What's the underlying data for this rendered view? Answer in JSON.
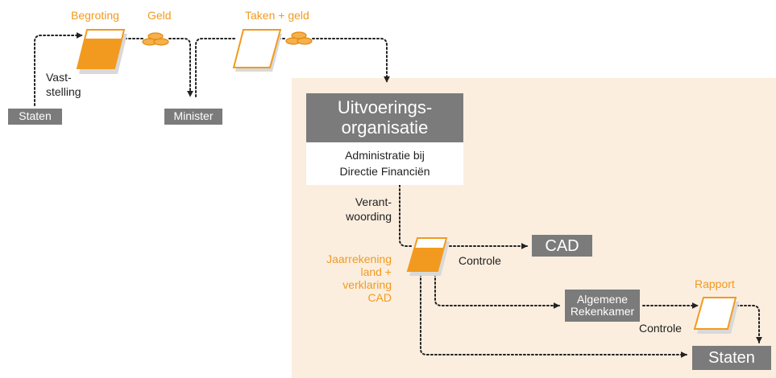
{
  "colors": {
    "accent_orange": "#f29a1f",
    "box_gray": "#7b7b7b",
    "panel_beige": "#fbeedf",
    "arrow_dark": "#222222"
  },
  "top": {
    "begroting": "Begroting",
    "geld": "Geld",
    "taken_geld": "Taken + geld",
    "vaststelling_line1": "Vast-",
    "vaststelling_line2": "stelling",
    "staten": "Staten",
    "minister": "Minister"
  },
  "org": {
    "title_line1": "Uitvoerings-",
    "title_line2": "organisatie",
    "admin_line1": "Administratie bij",
    "admin_line2": "Directie Financiën"
  },
  "flow": {
    "verantwoording_line1": "Verant-",
    "verantwoording_line2": "woording",
    "jaarrekening_line1": "Jaarrekening",
    "jaarrekening_line2": "land +",
    "jaarrekening_line3": "verklaring",
    "jaarrekening_line4": "CAD",
    "cad": "CAD",
    "controle_1": "Controle",
    "algemene_line1": "Algemene",
    "algemene_line2": "Rekenkamer",
    "rapport": "Rapport",
    "controle_2": "Controle",
    "staten_final": "Staten"
  },
  "icons": [
    "document-filled-icon",
    "coins-icon",
    "document-empty-icon",
    "arrow-head-icon"
  ]
}
